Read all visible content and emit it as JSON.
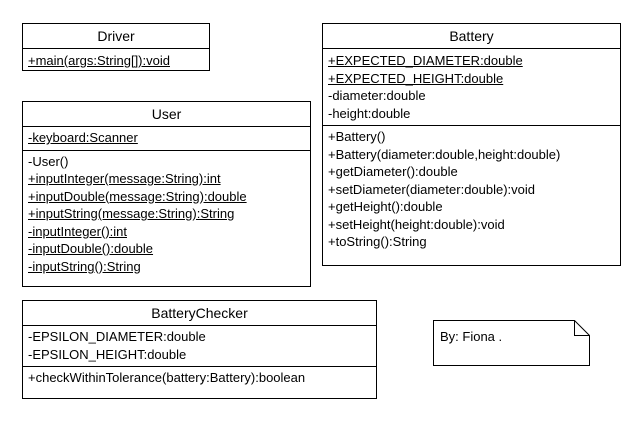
{
  "classes": {
    "driver": {
      "name": "Driver",
      "attributes": [],
      "operations": [
        {
          "text": "+main(args:String[]):void",
          "static": true
        }
      ]
    },
    "user": {
      "name": "User",
      "attributes": [
        {
          "text": "-keyboard:Scanner",
          "static": true
        }
      ],
      "operations": [
        {
          "text": "-User()",
          "static": false
        },
        {
          "text": "+inputInteger(message:String):int",
          "static": true
        },
        {
          "text": "+inputDouble(message:String):double",
          "static": true
        },
        {
          "text": "+inputString(message:String):String",
          "static": true
        },
        {
          "text": "-inputInteger():int",
          "static": true
        },
        {
          "text": "-inputDouble():double",
          "static": true
        },
        {
          "text": "-inputString():String",
          "static": true
        }
      ]
    },
    "battery": {
      "name": "Battery",
      "attributes": [
        {
          "text": "+EXPECTED_DIAMETER:double",
          "static": true
        },
        {
          "text": "+EXPECTED_HEIGHT:double",
          "static": true
        },
        {
          "text": "-diameter:double",
          "static": false
        },
        {
          "text": "-height:double",
          "static": false
        }
      ],
      "operations": [
        {
          "text": "+Battery()",
          "static": false
        },
        {
          "text": "+Battery(diameter:double,height:double)",
          "static": false
        },
        {
          "text": "+getDiameter():double",
          "static": false
        },
        {
          "text": "+setDiameter(diameter:double):void",
          "static": false
        },
        {
          "text": "+getHeight():double",
          "static": false
        },
        {
          "text": "+setHeight(height:double):void",
          "static": false
        },
        {
          "text": "+toString():String",
          "static": false
        }
      ]
    },
    "battery_checker": {
      "name": "BatteryChecker",
      "attributes": [
        {
          "text": "-EPSILON_DIAMETER:double",
          "static": false
        },
        {
          "text": "-EPSILON_HEIGHT:double",
          "static": false
        }
      ],
      "operations": [
        {
          "text": "+checkWithinTolerance(battery:Battery):boolean",
          "static": false
        }
      ]
    }
  },
  "note": {
    "text": "By: Fiona ."
  }
}
